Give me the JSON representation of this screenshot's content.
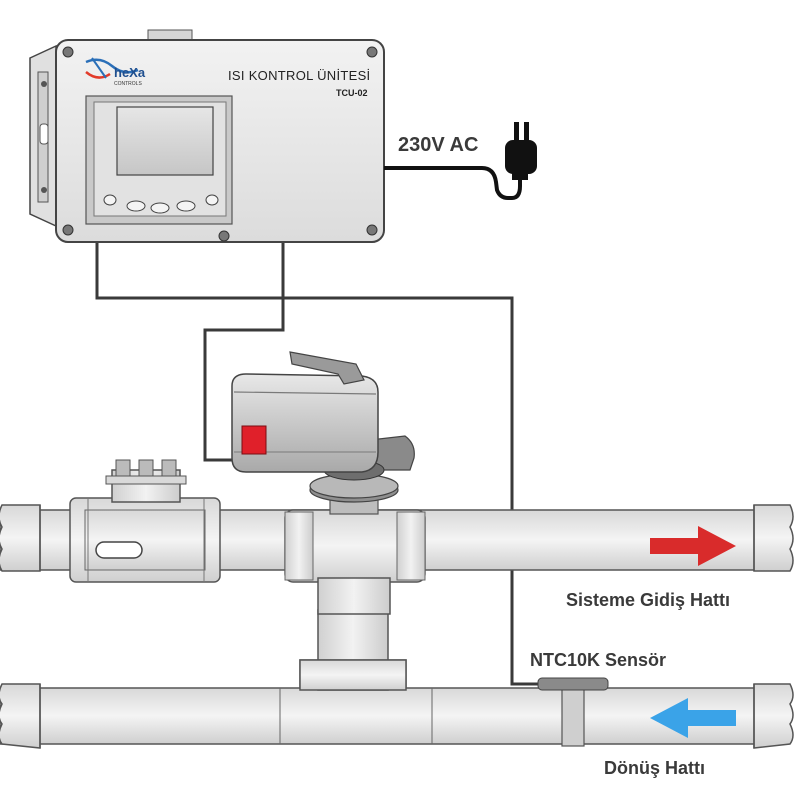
{
  "control_unit": {
    "title": "ISI KONTROL ÜNİTESİ",
    "model": "TCU-02",
    "logo_text": "heXa",
    "logo_subtext": "CONTROLS"
  },
  "power": {
    "label": "230V AC"
  },
  "labels": {
    "supply_line": "Sisteme Gidiş Hattı",
    "sensor": "NTC10K Sensör",
    "return_line": "Dönüş Hattı"
  },
  "colors": {
    "supply_arrow": "#d92b2b",
    "return_arrow": "#3aa3e8",
    "actuator_indicator": "#e0202a",
    "wire": "#3a3a3a",
    "cable": "#111111"
  }
}
